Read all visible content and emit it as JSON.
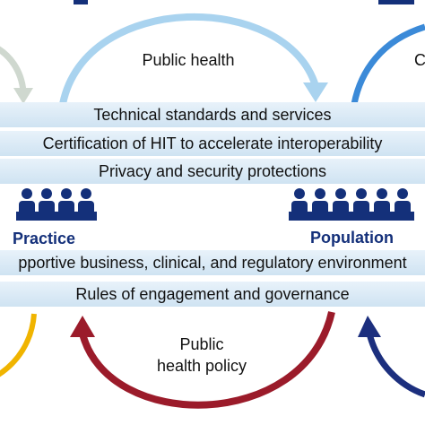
{
  "top_arc": {
    "label": "Public health"
  },
  "top_right_cut_label": "C",
  "bands_upper": [
    {
      "text": "Technical standards and services"
    },
    {
      "text": "Certification of HIT to accelerate interoperability"
    },
    {
      "text": "Privacy and security protections"
    }
  ],
  "groups": {
    "left": {
      "label": "Practice"
    },
    "right": {
      "label": "Population"
    }
  },
  "bands_lower": [
    {
      "text": "pportive business, clinical, and regulatory environment"
    },
    {
      "text": "Rules of engagement and governance"
    }
  ],
  "bottom_arc": {
    "label_line1": "Public",
    "label_line2": "health policy"
  },
  "colors": {
    "top_arc": "#a9d3ef",
    "left_top_arc": "#cfd8cf",
    "right_top_arc": "#3b8ad8",
    "bottom_arc": "#9b1b2a",
    "left_bottom_arc": "#f0b400",
    "right_bottom_arc": "#1c2f7e",
    "people": "#14307a"
  }
}
